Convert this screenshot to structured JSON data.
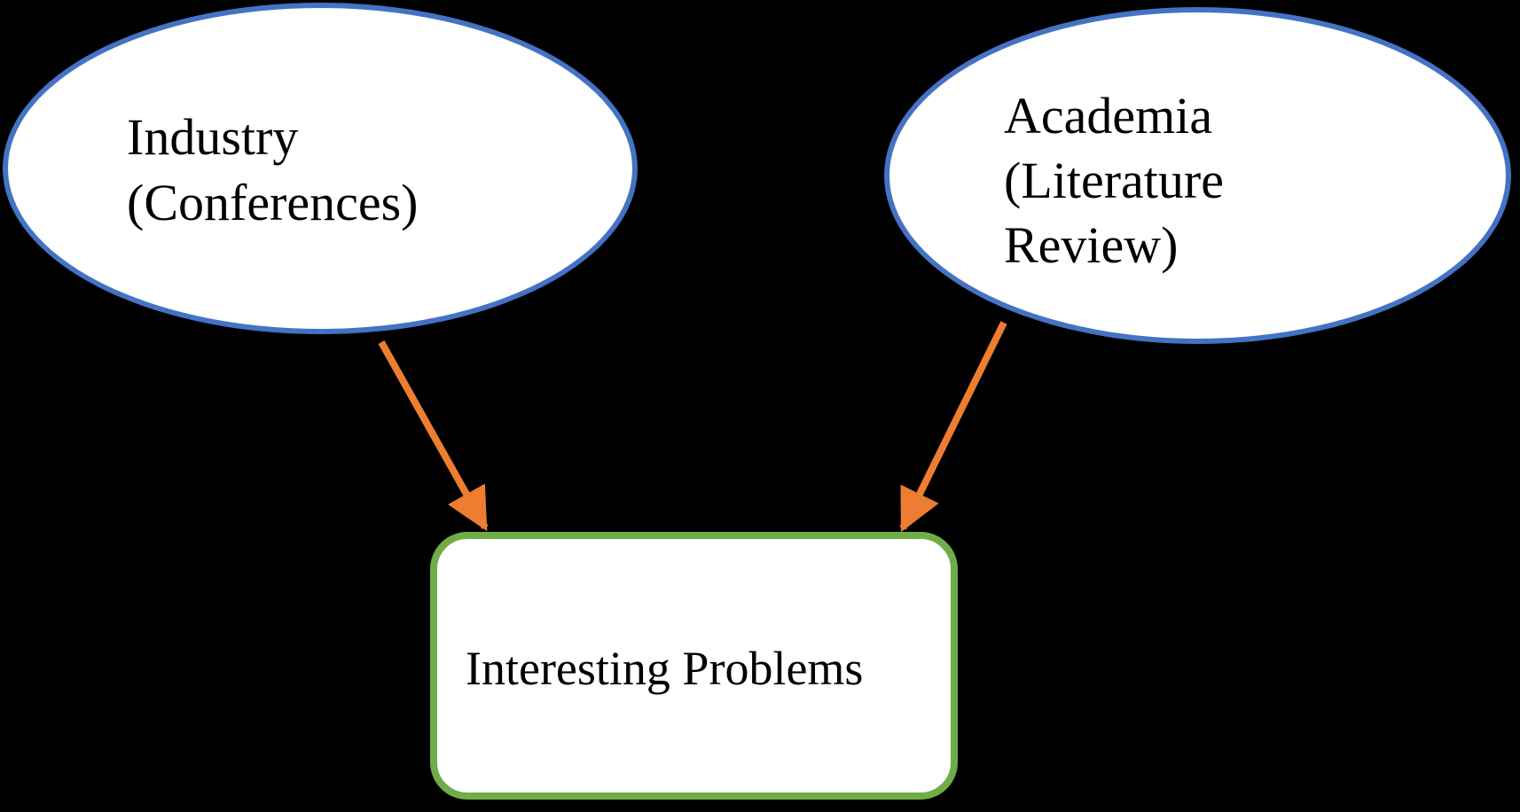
{
  "diagram": {
    "background_color": "#000000",
    "nodes": {
      "industry": {
        "label": "Industry\n(Conferences)",
        "shape": "ellipse",
        "border_color": "#4472C4",
        "fill_color": "#FFFFFF",
        "text_color": "#000000"
      },
      "academia": {
        "label": "Academia\n(Literature\nReview)",
        "shape": "ellipse",
        "border_color": "#4472C4",
        "fill_color": "#FFFFFF",
        "text_color": "#000000"
      },
      "problems": {
        "label": "Interesting Problems",
        "shape": "rounded-rectangle",
        "border_color": "#70AD47",
        "fill_color": "#FFFFFF",
        "text_color": "#000000"
      }
    },
    "edges": [
      {
        "from": "industry",
        "to": "problems",
        "style": "straight-arrow",
        "color": "#ED7D31"
      },
      {
        "from": "academia",
        "to": "problems",
        "style": "straight-arrow",
        "color": "#ED7D31"
      }
    ]
  }
}
